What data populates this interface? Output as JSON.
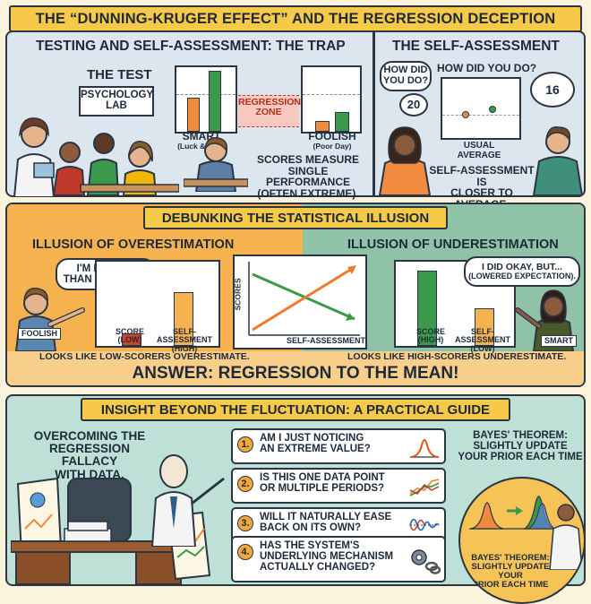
{
  "title": "THE “DUNNING-KRUGER EFFECT” AND THE REGRESSION DECEPTION",
  "top": {
    "left_heading": "TESTING AND SELF-ASSESSMENT: THE TRAP",
    "the_test": "THE TEST",
    "sign": [
      "PSYCHOLOGY",
      "LAB"
    ],
    "regression_zone": [
      "REGRESSION",
      "ZONE"
    ],
    "smart": "SMART",
    "smart_sub": "(Luck & Skill)",
    "foolish": "FOOLISH",
    "foolish_sub": "(Poor Day)",
    "caption": [
      "SCORES MEASURE",
      "SINGLE PERFORMANCE",
      "(OFTEN EXTREME)."
    ],
    "right_heading": "THE SELF-ASSESSMENT",
    "bubble_q1": [
      "HOW DID",
      "YOU DO?"
    ],
    "q2": "HOW DID YOU DO?",
    "bubble_20": "20",
    "bubble_16": "16",
    "usual_average": [
      "USUAL",
      "AVERAGE"
    ],
    "right_caption": [
      "SELF-ASSESSMENT IS",
      "CLOSER TO AVERAGE."
    ]
  },
  "middle": {
    "banner": "DEBUNKING THE STATISTICAL ILLUSION",
    "left_heading": "ILLUSION OF OVERESTIMATION",
    "right_heading": "ILLUSION OF UNDERESTIMATION",
    "bubble_left": [
      "I'M BETTER",
      "THAN I SCORED!"
    ],
    "bubble_right": [
      "I DID OKAY, BUT...",
      "(LOWERED EXPECTATION)."
    ],
    "foolish_tag": "FOOLISH",
    "smart_tag": "SMART",
    "left_score": [
      "SCORE",
      "(LOW)"
    ],
    "left_self": [
      "SELF-ASSESSMENT",
      "(HIGH)"
    ],
    "right_score": [
      "SCORE",
      "(HIGH)"
    ],
    "right_self": [
      "SELF-ASSESSMENT",
      "(LOW)"
    ],
    "y_axis": "SCORES",
    "x_axis": "SELF-ASSESSMENT",
    "left_caption": "LOOKS LIKE LOW-SCORERS OVERESTIMATE.",
    "right_caption": "LOOKS LIKE HIGH-SCORERS UNDERESTIMATE.",
    "answer": "ANSWER: REGRESSION TO THE MEAN!"
  },
  "bottom": {
    "banner": "INSIGHT BEYOND THE FLUCTUATION: A PRACTICAL GUIDE",
    "left_text": [
      "OVERCOMING THE",
      "REGRESSION FALLACY",
      "WITH DATA."
    ],
    "steps": [
      {
        "num": "1.",
        "text": [
          "AM I JUST NOTICING",
          "AN EXTREME VALUE?"
        ]
      },
      {
        "num": "2.",
        "text": [
          "IS THIS ONE DATA POINT",
          "OR MULTIPLE PERIODS?"
        ]
      },
      {
        "num": "3.",
        "text": [
          "WILL IT NATURALLY EASE",
          "BACK ON ITS OWN?"
        ]
      },
      {
        "num": "4.",
        "text": [
          "HAS THE SYSTEM'S",
          "UNDERLYING MECHANISM",
          "ACTUALLY CHANGED?"
        ]
      }
    ],
    "bayes_top": [
      "BAYES' THEOREM:",
      "SLIGHTLY UPDATE",
      "YOUR PRIOR EACH TIME"
    ],
    "bayes_bottom": [
      "BAYES' THEOREM:",
      "SLIGHTLY UPDATE YOUR",
      "PRIOR EACH TIME"
    ]
  },
  "colors": {
    "cream": "#fbf3dc",
    "top_panel": "#dbe6ee",
    "orange": "#f08a3c",
    "green": "#3a9a4a",
    "mid_orange": "#f6b24f",
    "mid_green": "#8fc2a7",
    "bottom_panel": "#bfe0d6",
    "banner": "#f7c948"
  }
}
